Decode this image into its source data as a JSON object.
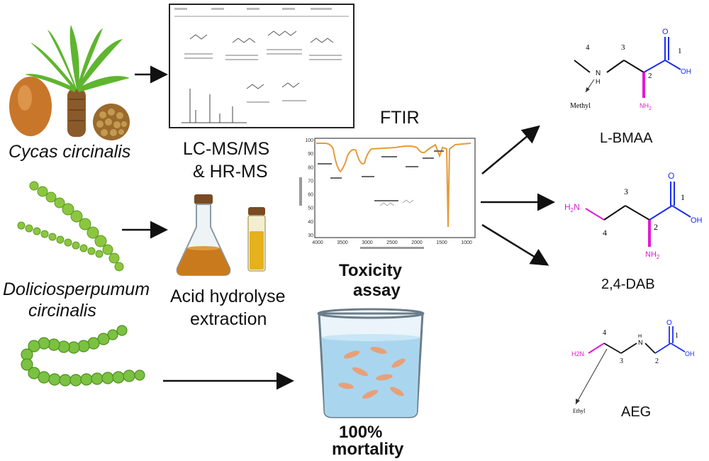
{
  "sources": {
    "cycas": "Cycas circinalis",
    "dolicio_1": "Doliciosperpumum",
    "dolicio_2": "circinalis"
  },
  "methods": {
    "lcms_1": "LC-MS/MS",
    "lcms_2": "& HR-MS",
    "acid_1": "Acid hydrolyse",
    "acid_2": "extraction",
    "ftir": "FTIR",
    "toxicity_1": "Toxicity",
    "toxicity_2": "assay",
    "mortality_1": "100%",
    "mortality_2": "mortality"
  },
  "compounds": {
    "bmaa": {
      "name": "L-BMAA",
      "atoms": {
        "n1": "1",
        "n2": "2",
        "n3": "3",
        "n4": "4",
        "o": "O",
        "oh": "OH",
        "nh": "N",
        "h": "H",
        "nh2": "NH",
        "sub": "2",
        "note": "Methyl"
      }
    },
    "dab": {
      "name": "2,4-DAB",
      "atoms": {
        "n1": "1",
        "n2": "2",
        "n3": "3",
        "n4": "4",
        "o": "O",
        "oh": "OH",
        "h2n": "H",
        "h2n_sub": "2",
        "h2n_n": "N",
        "nh2": "NH",
        "sub": "2"
      }
    },
    "aeg": {
      "name": "AEG",
      "atoms": {
        "n1": "1",
        "n2": "2",
        "n3": "3",
        "n4": "4",
        "o": "O",
        "oh": "OH",
        "h2n": "H2N",
        "nh": "N",
        "h": "H",
        "note": "Ethyl"
      }
    }
  },
  "ftir_chart": {
    "y_ticks": [
      "100",
      "90",
      "80",
      "70",
      "60",
      "50",
      "40",
      "30"
    ],
    "x_ticks": [
      "4000",
      "3500",
      "3000",
      "2500",
      "2000",
      "1500",
      "1000"
    ]
  },
  "colors": {
    "magenta": "#e01ad6",
    "blue": "#1b2cf0",
    "spectrum": "#e69a3a",
    "liquid": "#c97a1c",
    "plant_green": "#4fae2e"
  }
}
